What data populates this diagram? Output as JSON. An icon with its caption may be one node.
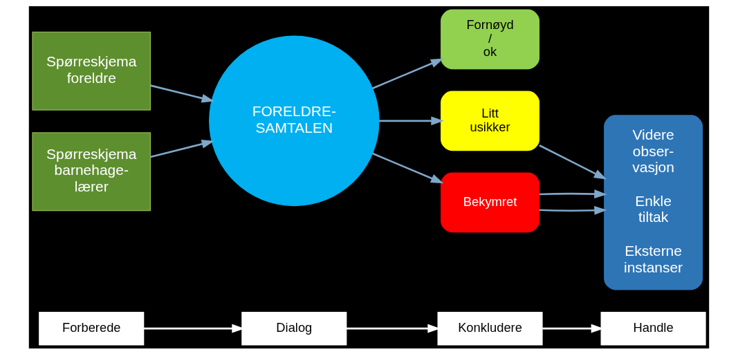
{
  "diagram": {
    "nodes": [
      {
        "text": [
          "Forberede"
        ]
      },
      {
        "text": [
          "Dialog"
        ]
      },
      {
        "text": [
          "Konkludere"
        ]
      },
      {
        "text": [
          "Handle"
        ]
      },
      {
        "text": [
          "Spørreskjema foreldre"
        ]
      },
      {
        "text": [
          "Spørreskjema barnehage- lærer"
        ]
      },
      {
        "text": [
          "FORELDRE- SAMTALEN"
        ]
      },
      {
        "text": [
          "Fornøyd / ok"
        ]
      },
      {
        "text": [
          "Litt usikker"
        ]
      },
      {
        "text": [
          "Bekymret"
        ]
      },
      {
        "text": [
          "Videre obser- vasjon",
          "Enkle tiltak",
          "Eksterne instanser"
        ]
      }
    ],
    "edges": [
      {
        "from": 0,
        "to": 1,
        "arrow": "to",
        "color": "#ffffff"
      },
      {
        "from": 1,
        "to": 2,
        "arrow": "to",
        "color": "#ffffff"
      },
      {
        "from": 2,
        "to": 3,
        "arrow": "to",
        "color": "#ffffff"
      },
      {
        "from": 4,
        "to": 6,
        "arrow": "to"
      },
      {
        "from": 5,
        "to": 6,
        "arrow": "to"
      },
      {
        "from": 6,
        "to": 7,
        "arrow": "to"
      },
      {
        "from": 6,
        "to": 8,
        "arrow": "to"
      },
      {
        "from": 6,
        "to": 9,
        "arrow": "to"
      },
      {
        "from": 8,
        "to": 10,
        "arrow": "to"
      },
      {
        "from": 9,
        "to": 10,
        "arrow": "to"
      },
      {
        "from": 9,
        "to": 10,
        "arrow": "to"
      }
    ]
  }
}
